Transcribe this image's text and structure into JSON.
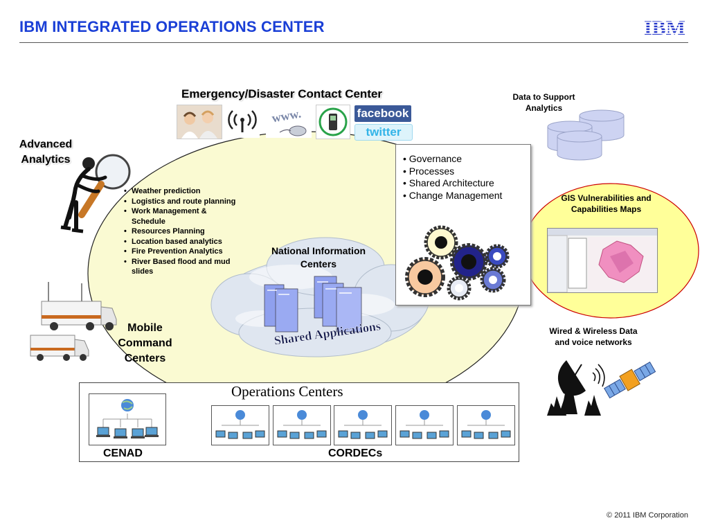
{
  "header": {
    "title": "IBM INTEGRATED OPERATIONS CENTER",
    "logo_text": "IBM"
  },
  "emergency": {
    "title": "Emergency/Disaster Contact Center",
    "icons": [
      "call-center-agents-icon",
      "wireless-signal-icon",
      "www-mouse-icon",
      "mobile-phone-icon",
      "facebook-logo",
      "twitter-logo"
    ],
    "facebook_text": "facebook",
    "twitter_text": "twitter"
  },
  "data_support": {
    "label": "Data to Support Analytics"
  },
  "advanced_analytics": {
    "label": "Advanced Analytics",
    "items": [
      "Weather prediction",
      "Logistics and route planning",
      "Work Management & Schedule",
      "Resources Planning",
      "Location based analytics",
      "Fire Prevention Analytics",
      "River Based flood and mud slides"
    ]
  },
  "governance": {
    "items": [
      "Governance",
      "Processes",
      "Shared Architecture",
      "Change Management"
    ]
  },
  "gis": {
    "label": "GIS Vulnerabilities and Capabilities Maps"
  },
  "nic": {
    "label": "National Information Centers",
    "banner": "Shared Applications"
  },
  "mobile": {
    "label": "Mobile Command Centers"
  },
  "wired": {
    "label": "Wired & Wireless Data and voice networks"
  },
  "operations": {
    "title": "Operations Centers",
    "cenad_label": "CENAD",
    "cordecs_label": "CORDECs"
  },
  "footer": {
    "copyright": "© 2011 IBM Corporation"
  },
  "colors": {
    "title_blue": "#1a3fd6",
    "ellipse_fill": "#fafad2",
    "gis_fill": "#ffff99",
    "gis_border": "#cc0000",
    "database_fill": "#cdd3f2",
    "facebook_blue": "#3b5998",
    "twitter_blue": "#33ccff"
  }
}
